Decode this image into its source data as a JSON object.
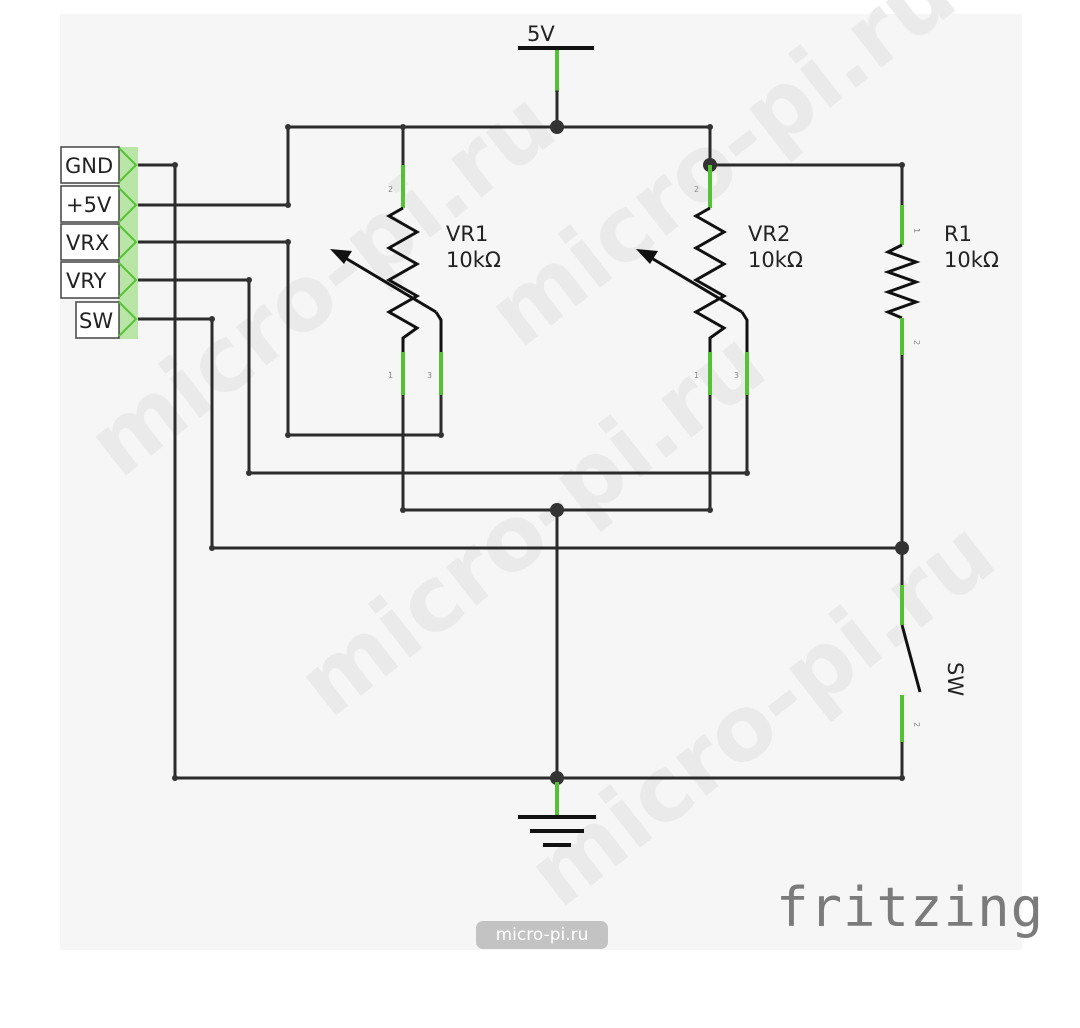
{
  "supply": {
    "label": "5V"
  },
  "connector": {
    "pins": [
      "GND",
      "+5V",
      "VRX",
      "VRY",
      "SW"
    ]
  },
  "components": {
    "vr1": {
      "name": "VR1",
      "value": "10kΩ",
      "pin_a": "2",
      "pin_b": "1",
      "pin_w": "3"
    },
    "vr2": {
      "name": "VR2",
      "value": "10kΩ",
      "pin_a": "2",
      "pin_b": "1",
      "pin_w": "3"
    },
    "r1": {
      "name": "R1",
      "value": "10kΩ",
      "pin_a": "1",
      "pin_b": "2"
    },
    "sw": {
      "name": "SW",
      "pin_b": "2"
    }
  },
  "watermark": {
    "text": "micro-pi.ru"
  },
  "badge": {
    "text": "micro-pi.ru"
  },
  "brand": {
    "text": "fritzing"
  },
  "colors": {
    "wire": "#2b2b2b",
    "pin": "#55c236",
    "connector": "#b9e6a6",
    "background": "#f6f6f6"
  }
}
